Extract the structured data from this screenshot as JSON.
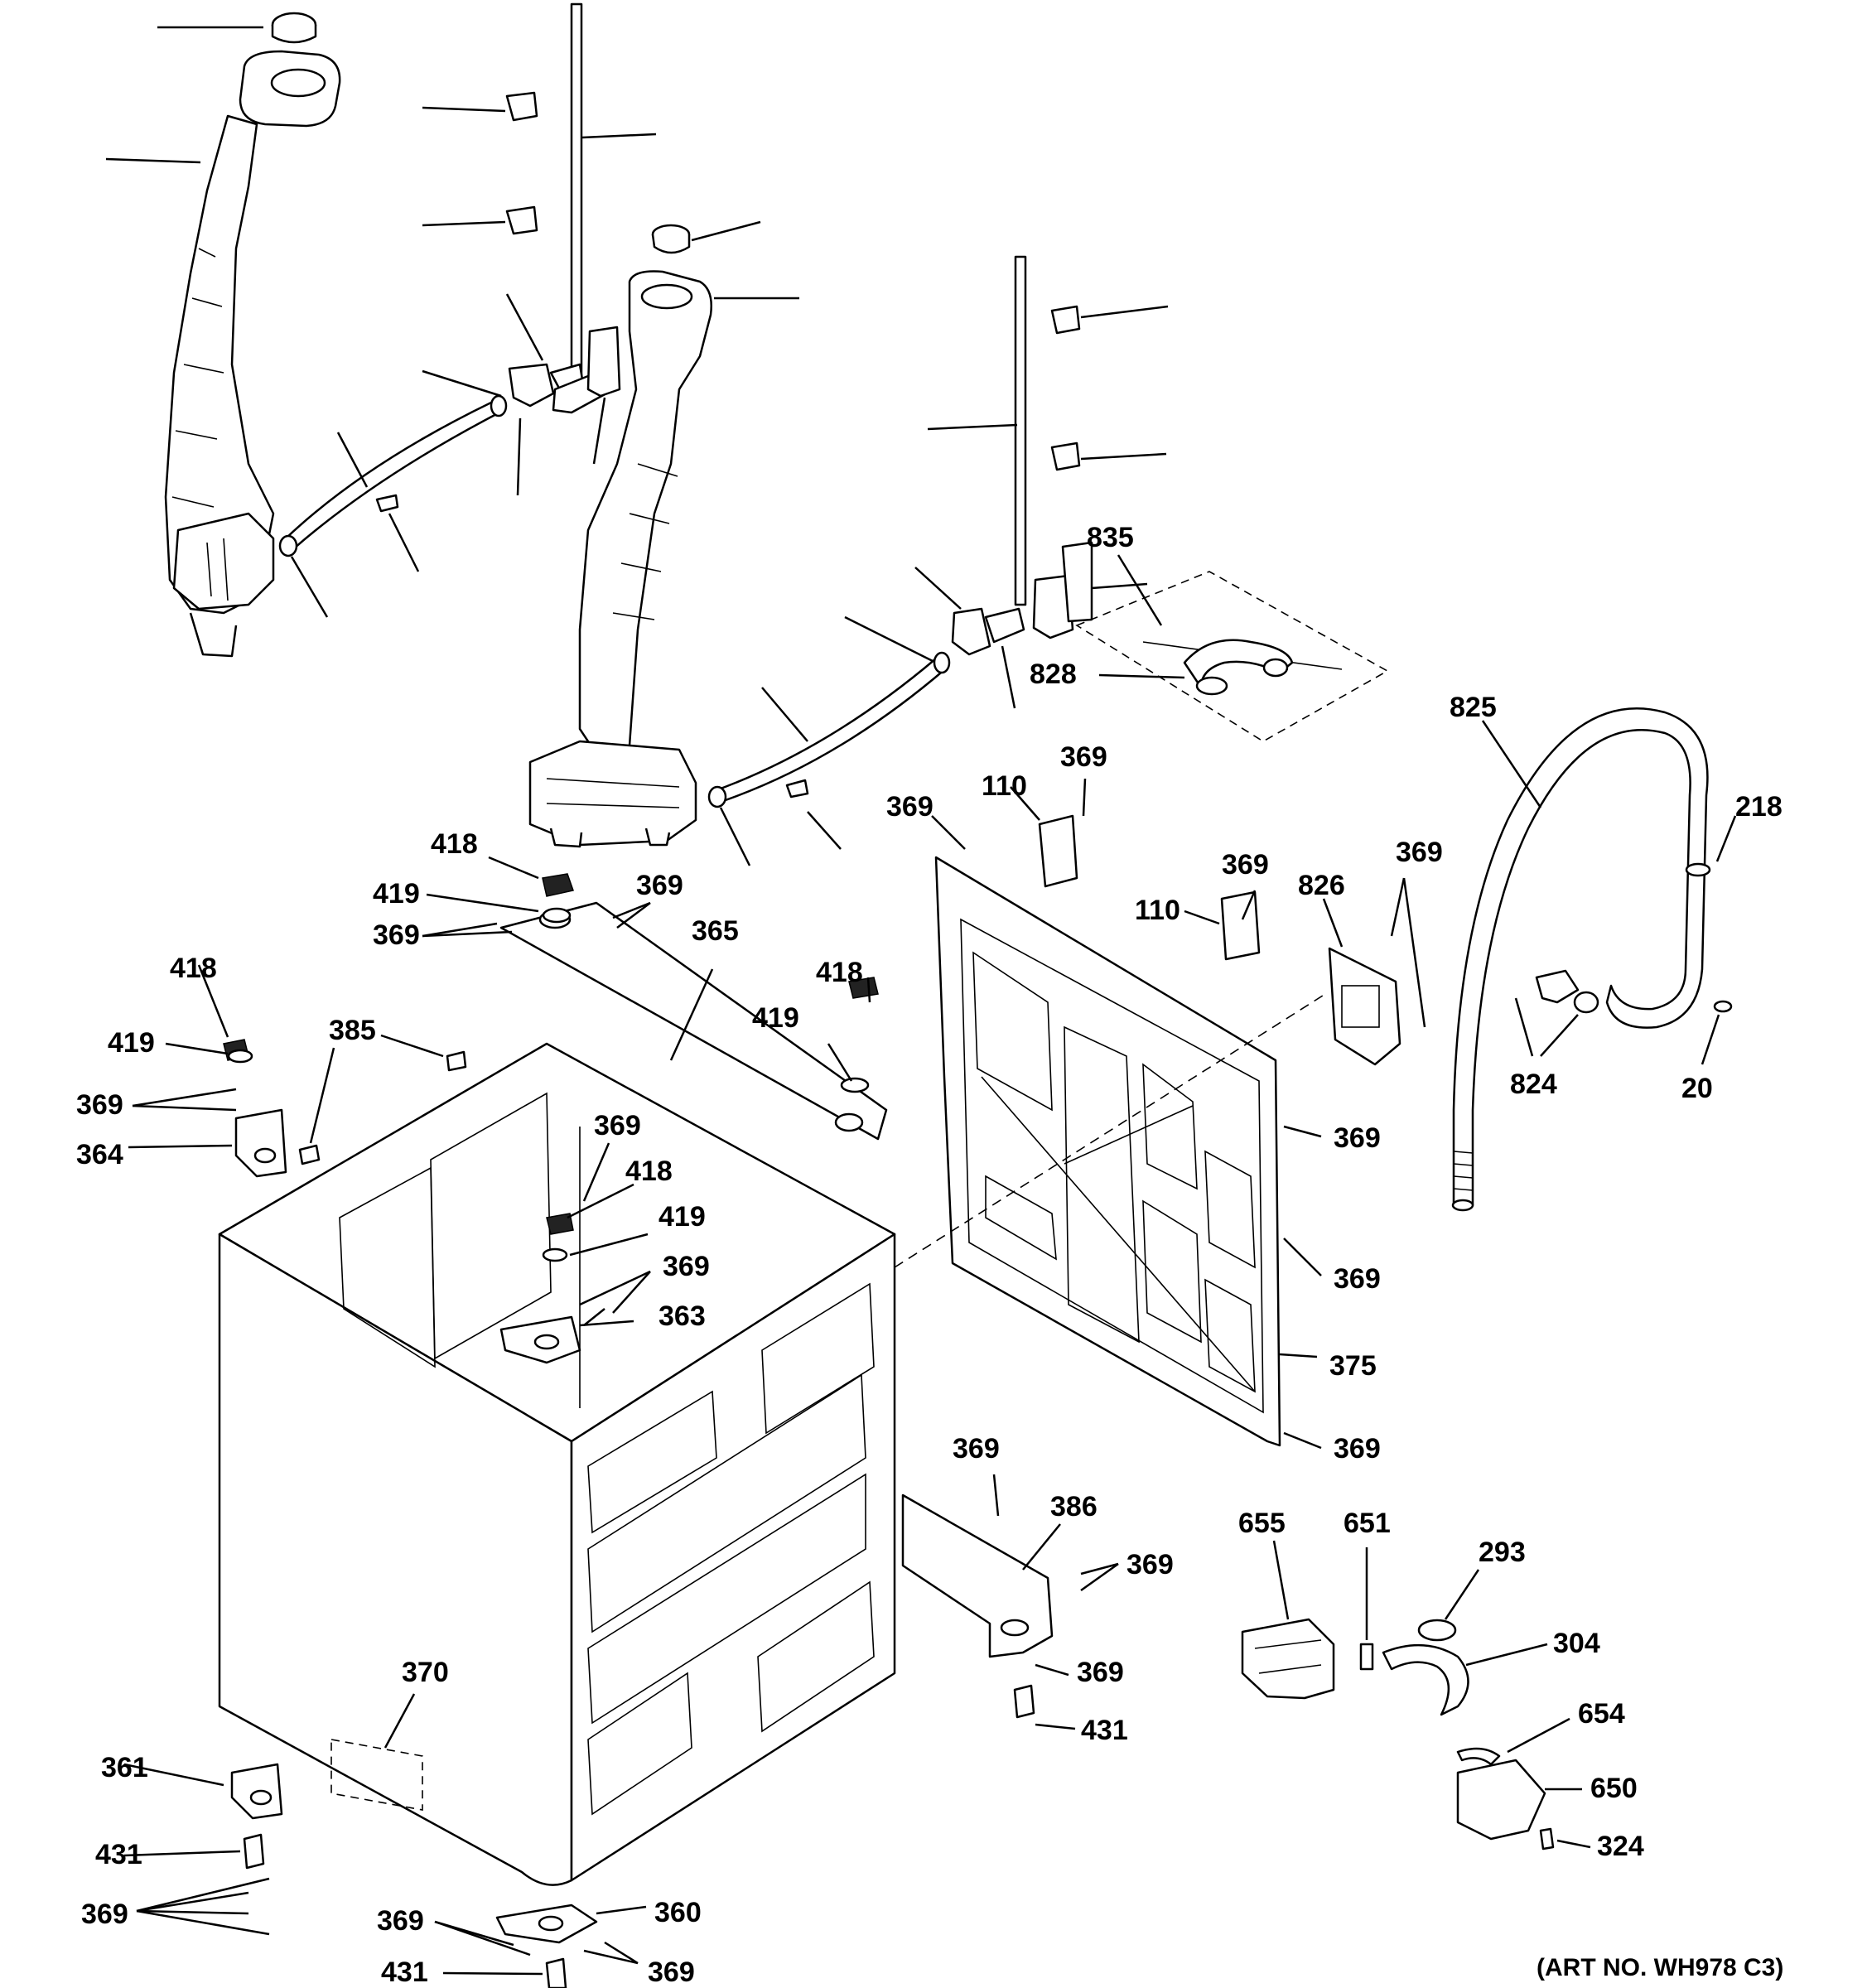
{
  "labels": {
    "p835": "835",
    "p828": "828",
    "p825": "825",
    "p218": "218",
    "p824": "824",
    "p20": "20",
    "p826": "826",
    "p110a": "110",
    "p110b": "110",
    "p369_a": "369",
    "p369_b": "369",
    "p369_c": "369",
    "p369_d": "369",
    "p369_e": "369",
    "p369_f": "369",
    "p369_g": "369",
    "p369_h": "369",
    "p369_i": "369",
    "p369_j": "369",
    "p369_k": "369",
    "p369_l": "369",
    "p369_m": "369",
    "p369_n": "369",
    "p369_o": "369",
    "p369_p": "369",
    "p369_q": "369",
    "p418a": "418",
    "p418b": "418",
    "p418c": "418",
    "p418d": "418",
    "p419a": "419",
    "p419b": "419",
    "p419c": "419",
    "p419d": "419",
    "p365": "365",
    "p385": "385",
    "p364": "364",
    "p363": "363",
    "p375": "375",
    "p386": "386",
    "p370": "370",
    "p361": "361",
    "p360": "360",
    "p431a": "431",
    "p431b": "431",
    "p431c": "431",
    "p655": "655",
    "p651": "651",
    "p293": "293",
    "p304": "304",
    "p654": "654",
    "p650": "650",
    "p324": "324",
    "art_no": "(ART NO. WH978 C3)"
  }
}
